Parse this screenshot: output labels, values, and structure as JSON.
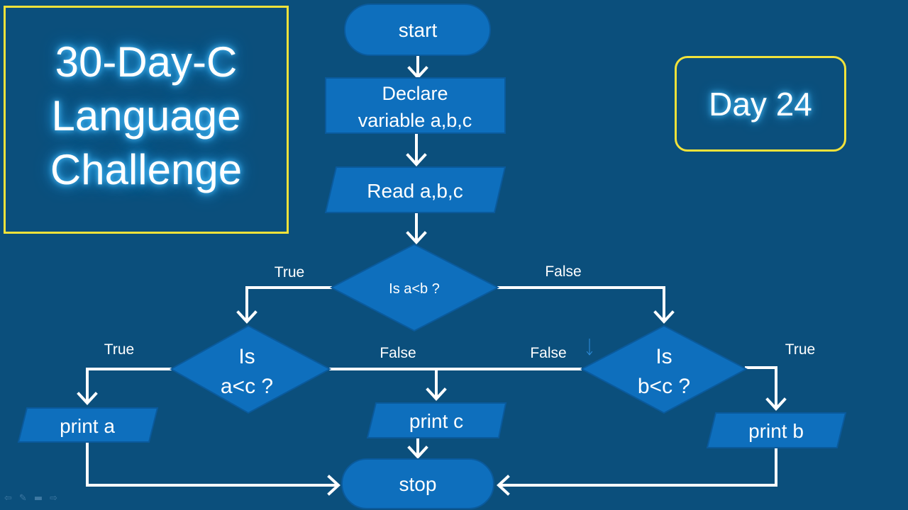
{
  "title": {
    "lines": "30-Day-C\nLanguage\nChallenge"
  },
  "day_label": "Day 24",
  "colors": {
    "background": "#0b4f7c",
    "shape_fill": "#0e6fbd",
    "border_yellow": "#f2e23a",
    "arrow": "#ffffff"
  },
  "flowchart": {
    "start": "start",
    "declare_line1": "Declare",
    "declare_line2": "variable a,b,c",
    "read": "Read a,b,c",
    "decision_ab": "Is a<b ?",
    "decision_ac_line1": "Is",
    "decision_ac_line2": "a<c ?",
    "decision_bc_line1": "Is",
    "decision_bc_line2": "b<c ?",
    "print_a": "print a",
    "print_c": "print c",
    "print_b": "print b",
    "stop": "stop",
    "edge_labels": {
      "ab_true": "True",
      "ab_false": "False",
      "ac_true": "True",
      "ac_false": "False",
      "bc_false": "False",
      "bc_true": "True"
    }
  },
  "nav_icons": [
    "back-arrow-icon",
    "pen-icon",
    "screen-icon",
    "forward-arrow-icon"
  ]
}
